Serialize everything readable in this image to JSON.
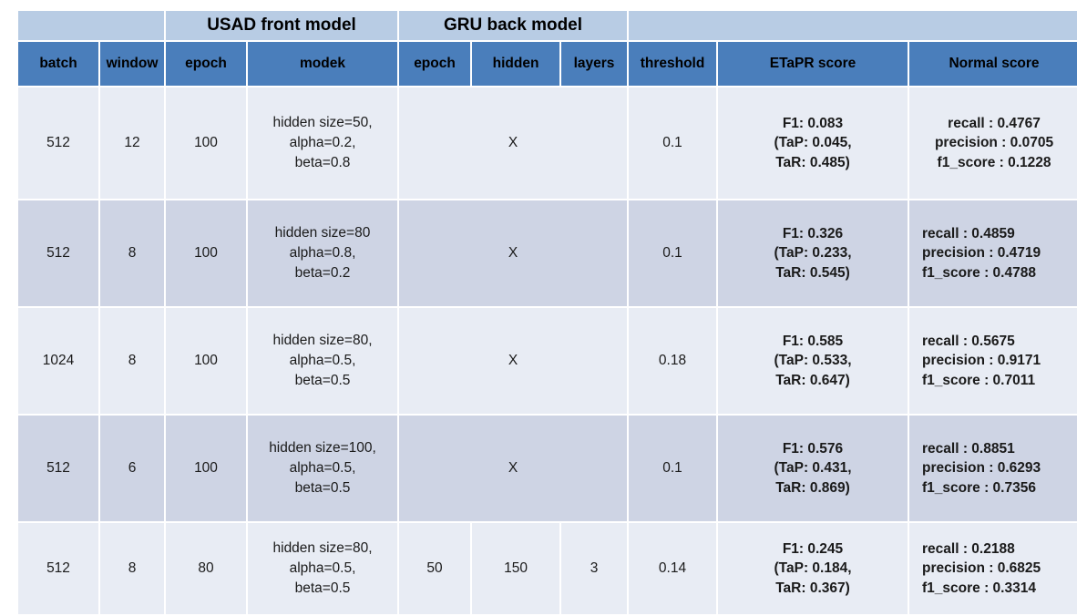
{
  "table": {
    "group_headers": [
      {
        "label": "",
        "colspan": 2,
        "name": "group-header-blank-left"
      },
      {
        "label": "USAD front model",
        "colspan": 2,
        "name": "group-header-usad-front-model"
      },
      {
        "label": "GRU back model",
        "colspan": 3,
        "name": "group-header-gru-back-model"
      },
      {
        "label": "",
        "colspan": 3,
        "name": "group-header-blank-right"
      }
    ],
    "columns": [
      {
        "key": "batch",
        "label": "batch"
      },
      {
        "key": "window",
        "label": "window"
      },
      {
        "key": "usad_epoch",
        "label": "epoch"
      },
      {
        "key": "modek",
        "label": "modek"
      },
      {
        "key": "gru_epoch",
        "label": "epoch"
      },
      {
        "key": "gru_hidden",
        "label": "hidden"
      },
      {
        "key": "gru_layers",
        "label": "layers"
      },
      {
        "key": "threshold",
        "label": "threshold"
      },
      {
        "key": "etapr_score",
        "label": "ETaPR score"
      },
      {
        "key": "normal_score",
        "label": "Normal score"
      }
    ],
    "rows": [
      {
        "batch": "512",
        "window": "12",
        "usad_epoch": "100",
        "modek": [
          "hidden size=50,",
          "alpha=0.2,",
          "beta=0.8"
        ],
        "gru_merged": "X",
        "threshold": "0.1",
        "etapr_score": [
          "F1: 0.083",
          "(TaP: 0.045,",
          "TaR: 0.485)"
        ],
        "normal_score": [
          "recall : 0.4767",
          "precision : 0.0705",
          "f1_score : 0.1228"
        ],
        "normal_align": "center"
      },
      {
        "batch": "512",
        "window": "8",
        "usad_epoch": "100",
        "modek": [
          "hidden size=80",
          "alpha=0.8,",
          "beta=0.2"
        ],
        "gru_merged": "X",
        "threshold": "0.1",
        "etapr_score": [
          "F1: 0.326",
          "(TaP: 0.233,",
          "TaR: 0.545)"
        ],
        "normal_score": [
          "recall : 0.4859",
          "precision : 0.4719",
          "f1_score : 0.4788"
        ],
        "normal_align": "left"
      },
      {
        "batch": "1024",
        "window": "8",
        "usad_epoch": "100",
        "modek": [
          "hidden size=80,",
          "alpha=0.5,",
          "beta=0.5"
        ],
        "gru_merged": "X",
        "threshold": "0.18",
        "etapr_score": [
          "F1: 0.585",
          "(TaP: 0.533,",
          "TaR: 0.647)"
        ],
        "normal_score": [
          "recall : 0.5675",
          "precision : 0.9171",
          "f1_score : 0.7011"
        ],
        "normal_align": "left"
      },
      {
        "batch": "512",
        "window": "6",
        "usad_epoch": "100",
        "modek": [
          "hidden size=100,",
          "alpha=0.5,",
          "beta=0.5"
        ],
        "gru_merged": "X",
        "threshold": "0.1",
        "etapr_score": [
          "F1: 0.576",
          "(TaP: 0.431,",
          "TaR: 0.869)"
        ],
        "normal_score": [
          "recall : 0.8851",
          "precision : 0.6293",
          "f1_score : 0.7356"
        ],
        "normal_align": "left"
      },
      {
        "batch": "512",
        "window": "8",
        "usad_epoch": "80",
        "modek": [
          "hidden size=80,",
          "alpha=0.5,",
          "beta=0.5"
        ],
        "gru_epoch": "50",
        "gru_hidden": "150",
        "gru_layers": "3",
        "threshold": "0.14",
        "etapr_score": [
          "F1: 0.245",
          "(TaP: 0.184,",
          "TaR: 0.367)"
        ],
        "normal_score": [
          "recall : 0.2188",
          "precision : 0.6825",
          "f1_score : 0.3314"
        ],
        "normal_align": "left"
      }
    ]
  },
  "colors": {
    "group_header_bg": "#b8cce4",
    "column_header_bg": "#4a7ebb",
    "row_odd_bg": "#e8ecf4",
    "row_even_bg": "#ced4e4",
    "page_bg": "#ffffff",
    "text": "#000000"
  }
}
